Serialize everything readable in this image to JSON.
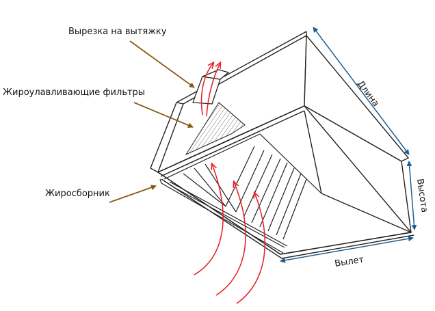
{
  "labels": {
    "cutout": "Вырезка на вытяжку",
    "filters": "Жироулавливающие фильтры",
    "collector": "Жиросборник"
  },
  "dimensions": {
    "length": "Длина",
    "height": "Высота",
    "overhang": "Вылет"
  },
  "colors": {
    "leader_arrow": "#8a5a14",
    "dimension_arrow": "#1f5f8f",
    "airflow_arrow": "#e8242b",
    "outline": "#222222"
  }
}
